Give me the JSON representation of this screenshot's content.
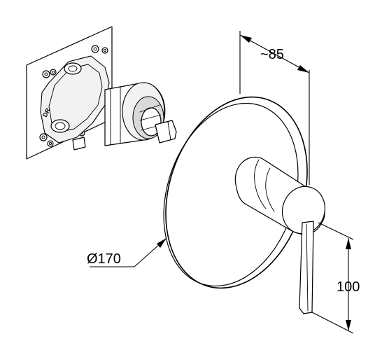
{
  "dimensions": {
    "depth": "~85",
    "diameter": "Ø170",
    "height": "100"
  },
  "parts": {
    "rough_in_label": "DR"
  }
}
